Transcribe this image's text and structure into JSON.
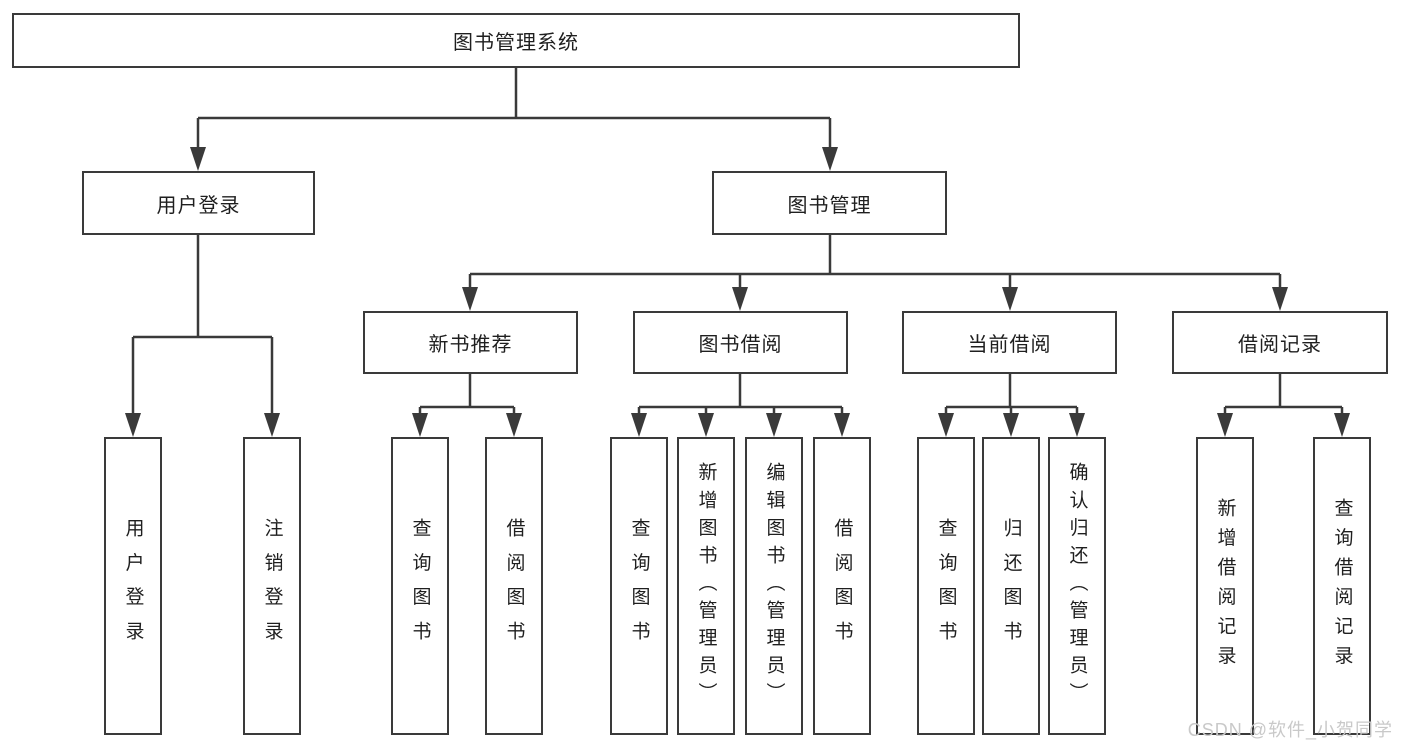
{
  "tree": {
    "root": "图书管理系统",
    "branches": [
      {
        "label": "用户登录",
        "children": [
          "用户登录",
          "注销登录"
        ]
      },
      {
        "label": "图书管理",
        "groups": [
          {
            "label": "新书推荐",
            "children": [
              "查询图书",
              "借阅图书"
            ]
          },
          {
            "label": "图书借阅",
            "children": [
              "查询图书",
              "新增图书（管理员）",
              "编辑图书（管理员）",
              "借阅图书"
            ]
          },
          {
            "label": "当前借阅",
            "children": [
              "查询图书",
              "归还图书",
              "确认归还（管理员）"
            ]
          },
          {
            "label": "借阅记录",
            "children": [
              "新增借阅记录",
              "查询借阅记录"
            ]
          }
        ]
      }
    ]
  },
  "watermark": "CSDN @软件_小贺同学",
  "colors": {
    "line": "#3a3a3a",
    "text": "#1f1f1f",
    "watermark": "#c9c9c9",
    "background": "#ffffff"
  }
}
